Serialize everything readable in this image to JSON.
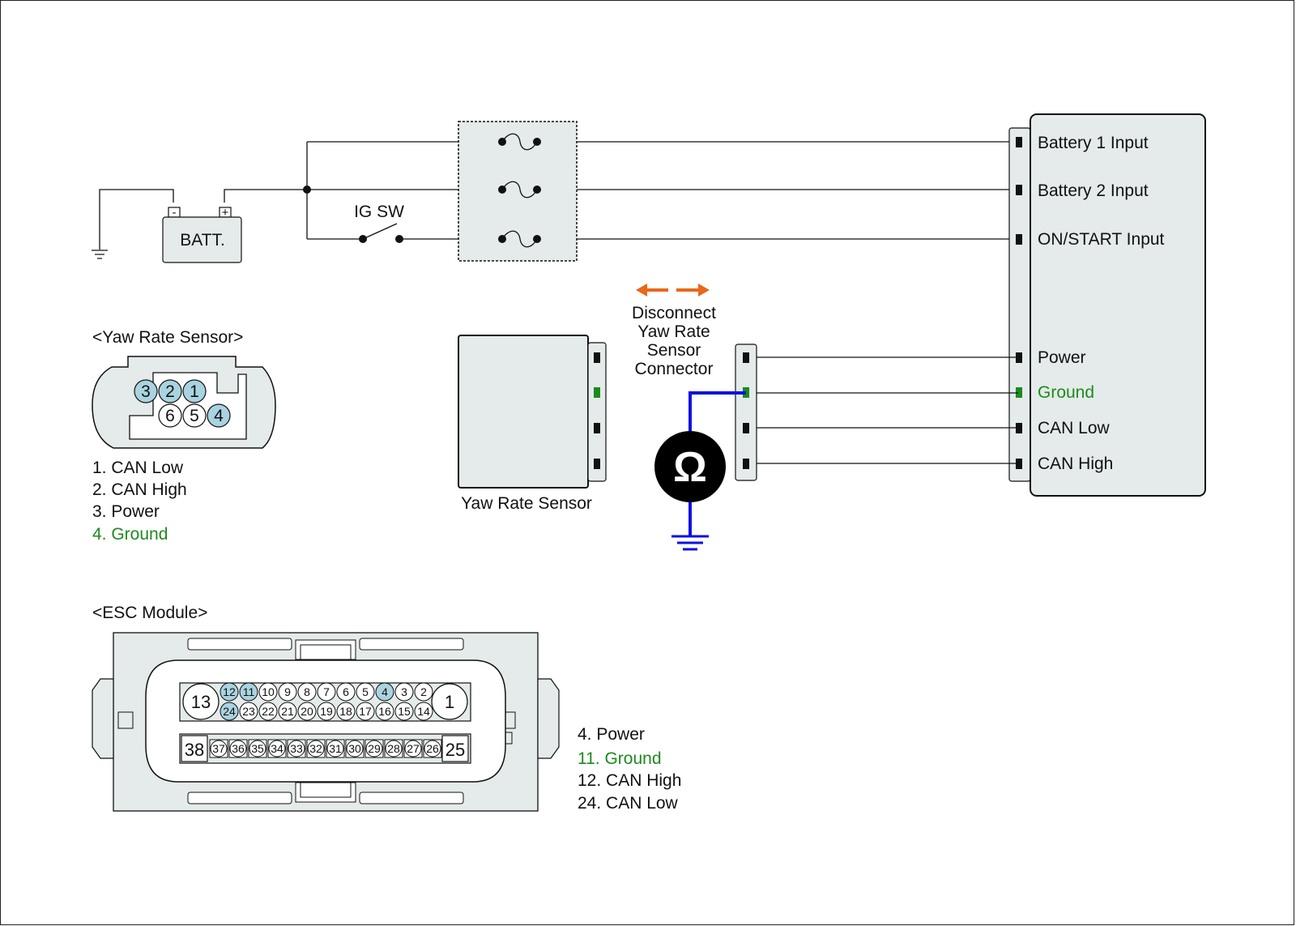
{
  "circuit": {
    "battery_label": "BATT.",
    "battery_neg": "-",
    "battery_pos": "+",
    "ig_switch_label": "IG SW"
  },
  "esc_inputs": {
    "items": [
      {
        "label": "Battery 1 Input"
      },
      {
        "label": "Battery 2 Input"
      },
      {
        "label": "ON/START Input"
      },
      {
        "label": "Power"
      },
      {
        "label": "Ground",
        "color": "#1e8a1e"
      },
      {
        "label": "CAN Low"
      },
      {
        "label": "CAN High"
      }
    ]
  },
  "disconnect_note": {
    "lines": [
      "Disconnect",
      "Yaw Rate",
      "Sensor",
      "Connector"
    ],
    "arrow_color": "#e8671a"
  },
  "yaw_sensor": {
    "label": "Yaw Rate Sensor"
  },
  "ohmmeter": {
    "symbol": "Ω",
    "lead_color": "#1010e0"
  },
  "yaw_connector": {
    "title": "<Yaw Rate Sensor>",
    "pins_top": [
      "3",
      "2",
      "1"
    ],
    "pins_bottom": [
      "6",
      "5",
      "4"
    ],
    "highlight_color": "#a9d3e0",
    "legend": [
      {
        "text": "1. CAN Low"
      },
      {
        "text": "2. CAN High"
      },
      {
        "text": "3. Power"
      },
      {
        "text": "4. Ground",
        "color": "#1e8a1e"
      }
    ]
  },
  "esc_connector": {
    "title": "<ESC Module>",
    "big_pins": [
      "13",
      "1",
      "38",
      "25"
    ],
    "row1": [
      "12",
      "11",
      "10",
      "9",
      "8",
      "7",
      "6",
      "5",
      "4",
      "3",
      "2"
    ],
    "row2": [
      "24",
      "23",
      "22",
      "21",
      "20",
      "19",
      "18",
      "17",
      "16",
      "15",
      "14"
    ],
    "row3": [
      "37",
      "36",
      "35",
      "34",
      "33",
      "32",
      "31",
      "30",
      "29",
      "28",
      "27",
      "26"
    ],
    "highlighted_pins": [
      "12",
      "11",
      "4",
      "24"
    ],
    "legend": [
      {
        "text": "4. Power"
      },
      {
        "text": "11. Ground",
        "color": "#1e8a1e"
      },
      {
        "text": "12. CAN High"
      },
      {
        "text": "24. CAN Low"
      }
    ]
  },
  "colors": {
    "panel_fill": "#e4ebea",
    "wire": "#111111",
    "ground_accent": "#1e8a1e",
    "meter_lead": "#1010e0"
  }
}
